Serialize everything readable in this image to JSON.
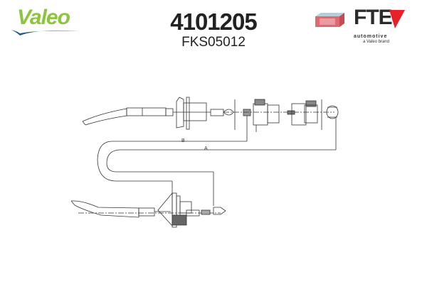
{
  "header": {
    "brand_logo": "Valeo",
    "part_number": "4101205",
    "reference_number": "FKS05012",
    "secondary_logo": {
      "name": "FTE",
      "line1": "automotive",
      "line2": "a Valeo brand"
    }
  },
  "diagram": {
    "subject": "clutch cable technical drawing",
    "dimension_labels": {
      "a": "A",
      "b": "B"
    }
  },
  "colors": {
    "valeo_green": "#8cc43c",
    "valeo_blue": "#1e5a82",
    "fte_red": "#e8202a",
    "line": "#333333"
  }
}
